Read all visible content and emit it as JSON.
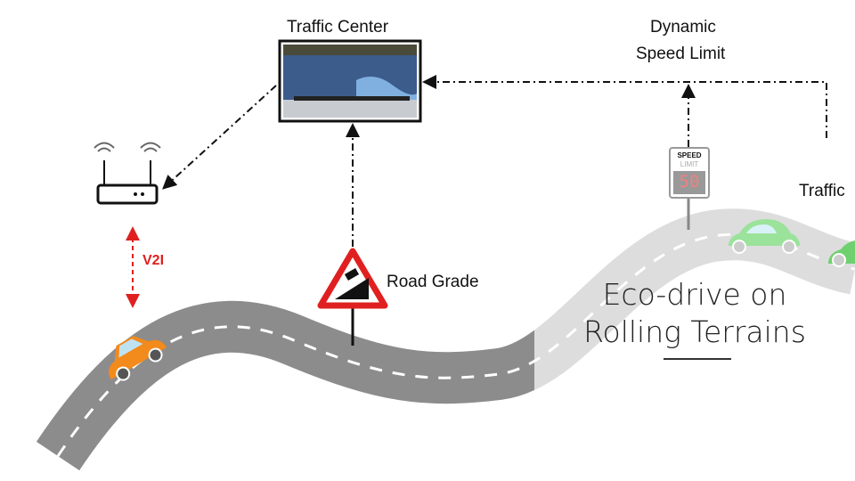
{
  "labels": {
    "traffic_center": "Traffic Center",
    "dynamic_speed_limit_line1": "Dynamic",
    "dynamic_speed_limit_line2": "Speed Limit",
    "road_grade": "Road Grade",
    "v2i": "V2I",
    "traffic": "Traffic"
  },
  "title": {
    "line1": "Eco-drive on",
    "line2": "Rolling Terrains"
  },
  "speed_sign": {
    "top": "SPEED",
    "middle": "LIMIT",
    "value": "50"
  },
  "colors": {
    "road_dark": "#8c8c8c",
    "road_light": "#dcdcdc",
    "v2i": "#e02020",
    "car_orange": "#f28a1c",
    "car_green": "#9be29b"
  }
}
